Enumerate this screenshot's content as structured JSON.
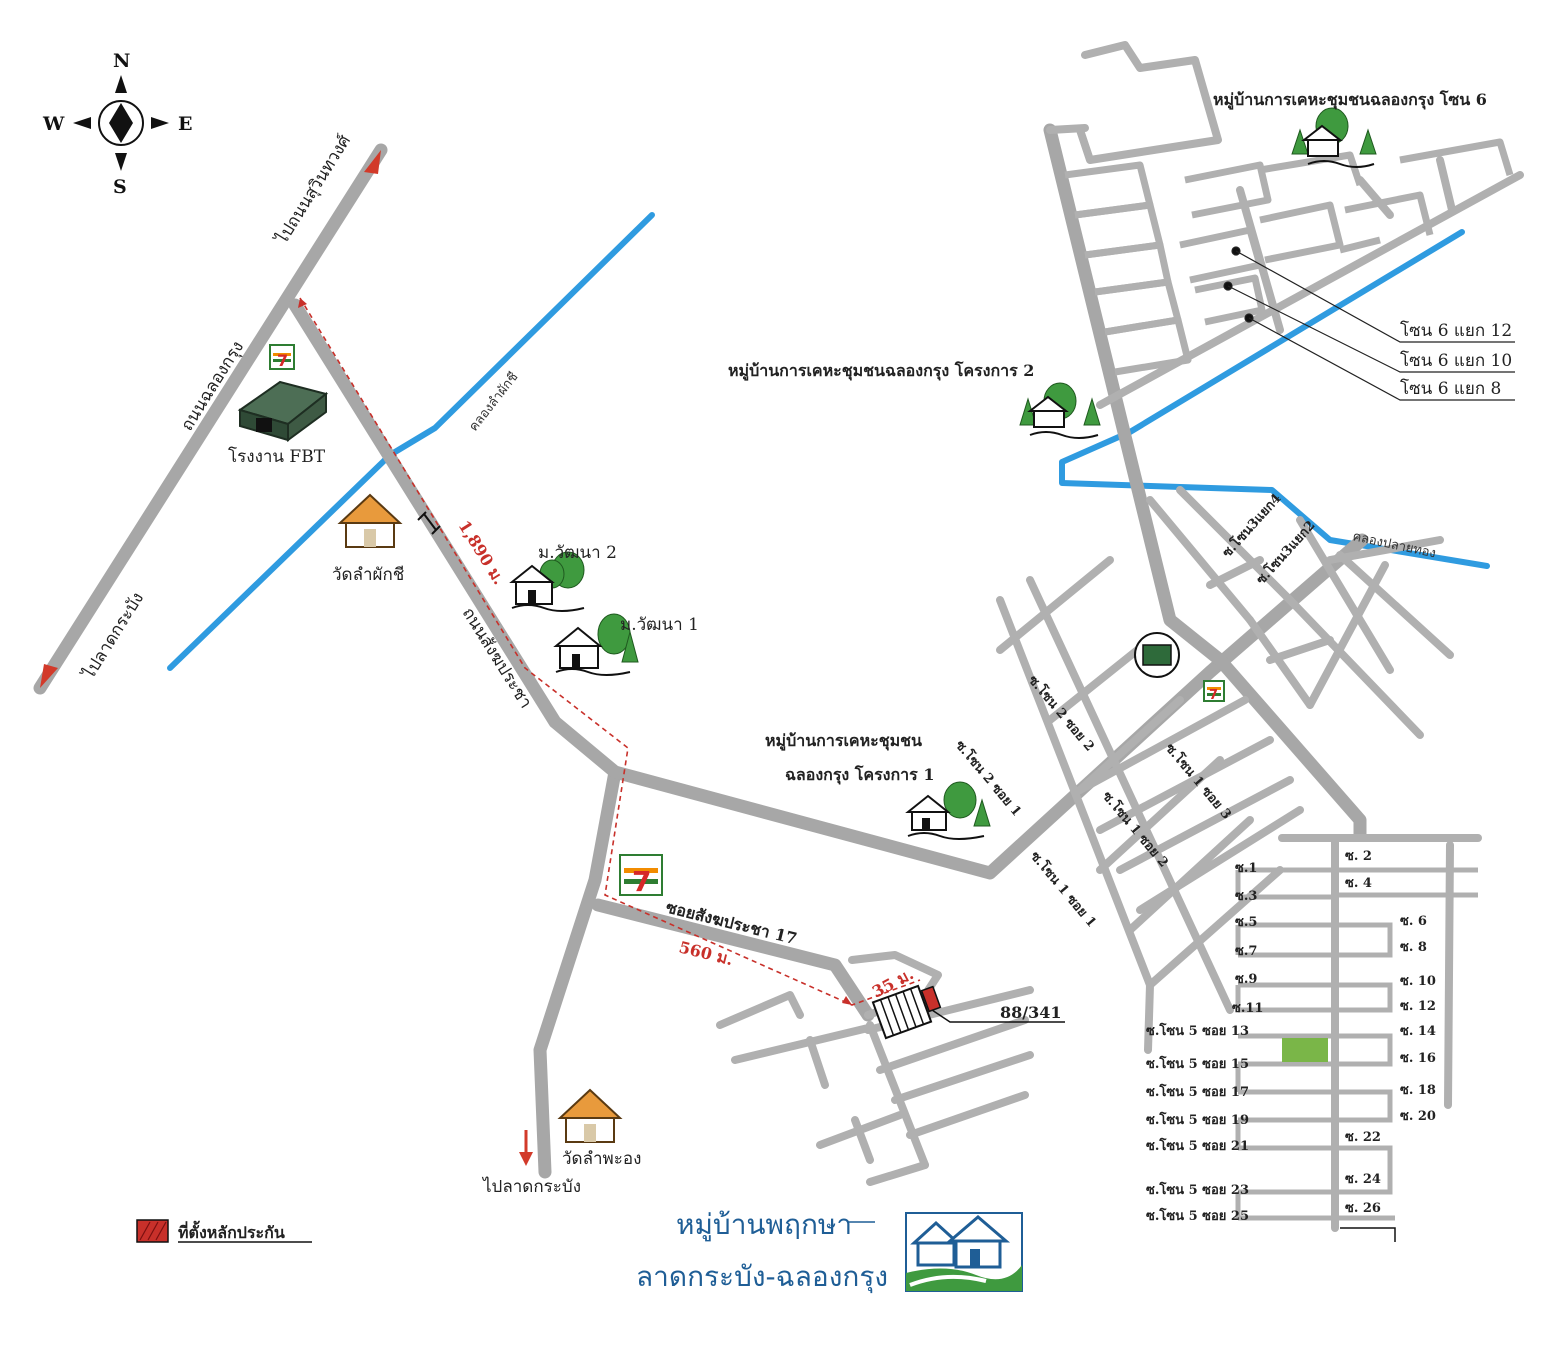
{
  "compass": {
    "north": "N",
    "south": "S",
    "east": "E",
    "west": "W"
  },
  "roads": {
    "chalongkrung": "ถนนฉลองกรุง",
    "to_suwinthawong": "ไปถนนสุวินทวงศ์",
    "to_latkrabang_left": "ไปลาดกระบัง",
    "sangkhomprachacha": "ถนนสังฆประชา",
    "soi_17": "ซอยสังฆประชา 17",
    "to_latkrabang_bottom": "ไปลาดกระบัง"
  },
  "canals": {
    "lam_phak_chi": "คลองลำผักชี",
    "plai_thong": "คลองปลายทอง"
  },
  "landmarks": {
    "fbt_factory": "โรงงาน FBT",
    "wat_lam_phak_chi": "วัดลำผักชี",
    "wat_lam_phaong": "วัดลำพะอง",
    "m_wattana_2": "ม.วัฒนา 2",
    "m_wattana_1": "ม.วัฒนา 1",
    "village_zone6": "หมู่บ้านการเคหะชุมชนฉลองกรุง โซน 6",
    "village_project2": "หมู่บ้านการเคหะชุมชนฉลองกรุง โครงการ 2",
    "village_project1_line1": "หมู่บ้านการเคหะชุมชน",
    "village_project1_line2": "ฉลองกรุง โครงการ 1"
  },
  "zone6_branches": [
    "โซน 6 แยก 12",
    "โซน 6 แยก 10",
    "โซน 6 แยก 8"
  ],
  "soi_labels": {
    "zone3_4": "ซ.โซน3แยก4",
    "zone3_2": "ซ.โซน3แยก2",
    "zone2_soi2": "ซ.โซน 2 ซอย 2",
    "zone2_soi1": "ซ.โซน 2 ซอย 1",
    "zone1_soi3": "ซ.โซน 1 ซอย 3",
    "zone1_soi2": "ซ.โซน 1 ซอย 2",
    "zone1_soi1": "ซ.โซน 1 ซอย 1"
  },
  "soi_left": [
    "ซ.1",
    "ซ.3",
    "ซ.5",
    "ซ.7",
    "ซ.9",
    "ซ.11",
    "ซ.โซน 5 ซอย 13",
    "ซ.โซน 5 ซอย 15",
    "ซ.โซน 5 ซอย 17",
    "ซ.โซน 5 ซอย 19",
    "ซ.โซน 5 ซอย 21",
    "ซ.โซน 5 ซอย 23",
    "ซ.โซน 5 ซอย 25"
  ],
  "soi_right": [
    "ซ. 2",
    "ซ. 4",
    "ซ. 6",
    "ซ. 8",
    "ซ. 10",
    "ซ. 12",
    "ซ. 14",
    "ซ. 16",
    "ซ. 18",
    "ซ. 20",
    "ซ. 22",
    "ซ. 24",
    "ซ. 26"
  ],
  "distances": {
    "d1890": "1,890 ม.",
    "d560": "560 ม.",
    "d35": "35 ม."
  },
  "property": {
    "address": "88/341"
  },
  "legend": {
    "collateral_location": "ที่ตั้งหลักประกัน"
  },
  "title": {
    "line1": "หมู่บ้านพฤกษา",
    "line2": "ลาดกระบัง-ฉลองกรุง"
  },
  "store_logo_text": "7",
  "colors": {
    "road": "#a7a7a7",
    "canal": "#2f9be0",
    "distance": "#c8302a",
    "title": "#1f5e96",
    "property_marker": "#c8302a",
    "park": "#7ab648"
  }
}
